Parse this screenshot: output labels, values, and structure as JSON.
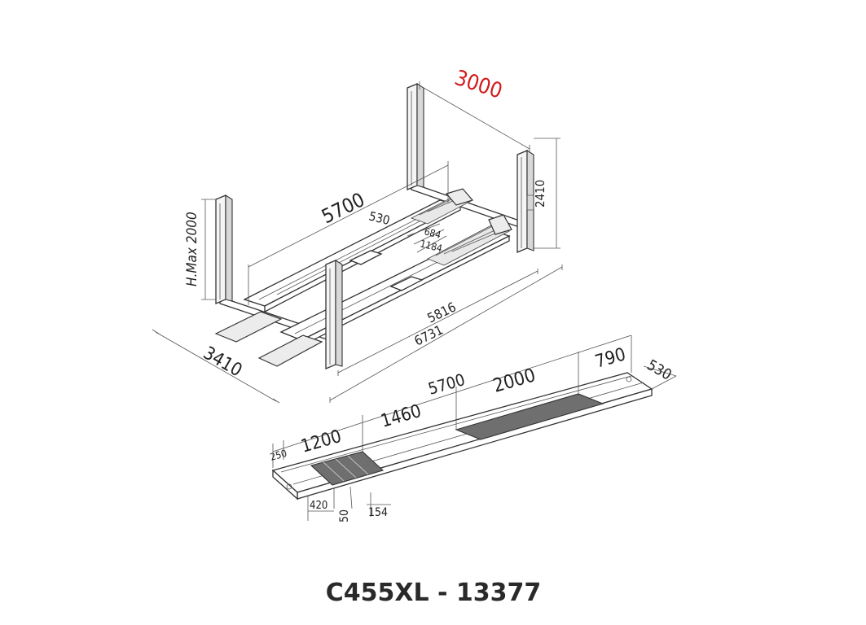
{
  "model_title": "C455XL - 13377",
  "dimensions": {
    "width_between_posts": "3000",
    "post_height": "2410",
    "max_height": "H.Max 2000",
    "runway_length_top": "5700",
    "runway_width": "530",
    "inner_width_min": "684",
    "outer_width": "1184",
    "overall_length": "5816",
    "total_length": "6731",
    "overall_width": "3410",
    "runway_length_bottom": "5700",
    "plate_length": "2000",
    "end_length": "790",
    "end_width": "530",
    "turntable_offset": "1460",
    "front_section": "1200",
    "front_edge": "250",
    "grid_width": "420",
    "gap": "50",
    "grid_depth": "154"
  },
  "colors": {
    "highlight_dimension": "#d11a1a",
    "line": "#333333",
    "plate": "#6f6f6f"
  }
}
